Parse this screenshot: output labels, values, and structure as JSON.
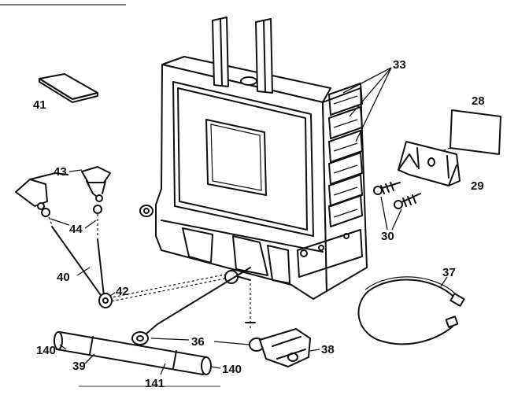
{
  "labels": {
    "l28": "28",
    "l29": "29",
    "l30": "30",
    "l33": "33",
    "l36": "36",
    "l37": "37",
    "l38": "38",
    "l39": "39",
    "l40": "40",
    "l41": "41",
    "l42": "42",
    "l43": "43",
    "l44": "44",
    "l140a": "140",
    "l140b": "140",
    "l141": "141"
  }
}
